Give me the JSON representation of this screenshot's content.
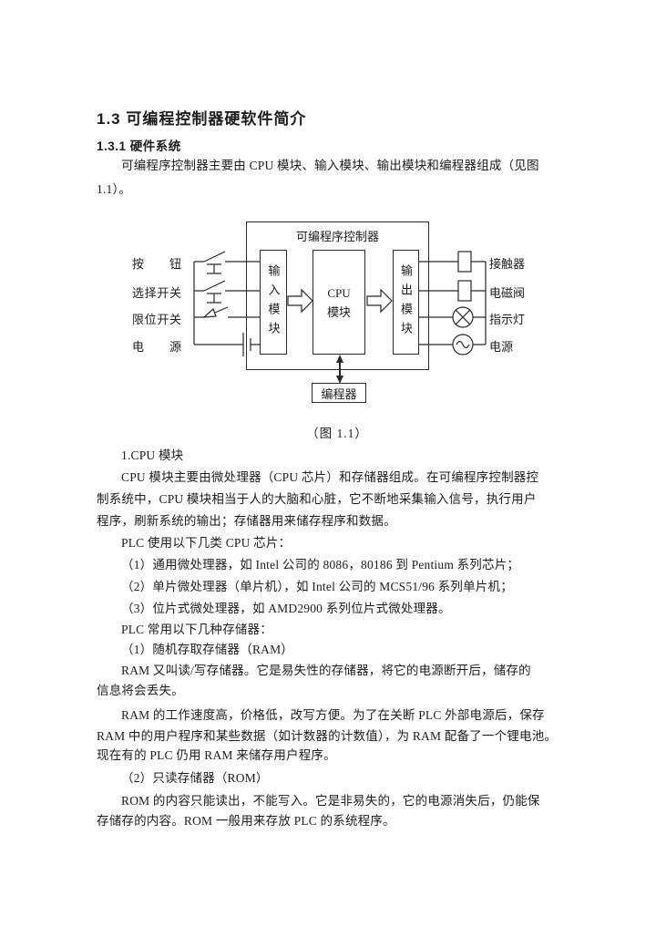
{
  "document": {
    "heading1": "1.3 可编程控制器硬软件简介",
    "heading2": "1.3.1 硬件系统",
    "intro_line1": "可编程序控制器主要由 CPU 模块、输入模块、输出模块和编程器组成（见图",
    "intro_line2": "1.1）。"
  },
  "figure": {
    "caption": "（图 1.1）",
    "controller_label": "可编程序控制器",
    "input_module": "输入模块",
    "cpu_module": {
      "line1": "CPU",
      "line2": "模块"
    },
    "output_module": "输出模块",
    "programmer": "编程器",
    "input_labels": [
      "按　钮",
      "选择开关",
      "限位开关",
      "电　源"
    ],
    "output_labels": [
      "接触器",
      "电磁阀",
      "指示灯",
      "电源"
    ],
    "line_color": "#2a2a2a"
  },
  "body": {
    "lines": [
      {
        "text": "1.CPU 模块"
      },
      {
        "text": "CPU 模块主要由微处理器（CPU 芯片）和存储器组成。在可编程序控制器控"
      },
      {
        "text": "制系统中，CPU 模块相当于人的大脑和心脏，它不断地采集输入信号，执行用户"
      },
      {
        "text": "程序，刷新系统的输出；存储器用来储存程序和数据。"
      },
      {
        "text": "PLC 使用以下几类 CPU 芯片："
      },
      {
        "text": "（1）通用微处理器，如 Intel 公司的 8086，80186 到 Pentium 系列芯片；"
      },
      {
        "text": "（2）单片微处理器（单片机），如 Intel 公司的 MCS51/96 系列单片机；"
      },
      {
        "text": "（3）位片式微处理器，如 AMD2900 系列位片式微处理器。"
      },
      {
        "text": "PLC 常用以下几种存储器："
      },
      {
        "text": "（1）随机存取存储器（RAM）"
      },
      {
        "text": "RAM 又叫读/写存储器。它是易失性的存储器，将它的电源断开后，储存的"
      },
      {
        "text": "信息将会丢失。"
      },
      {
        "text": "RAM 的工作速度高，价格低，改写方便。为了在关断 PLC 外部电源后，保存"
      },
      {
        "text": "RAM 中的用户程序和某些数据（如计数器的计数值），为 RAM 配备了一个锂电池。"
      },
      {
        "text": "现在有的 PLC 仍用 RAM 来储存用户程序。"
      },
      {
        "text": "（2）只读存储器（ROM）"
      },
      {
        "text": "ROM 的内容只能读出，不能写入。它是非易失的，它的电源消失后，仍能保"
      },
      {
        "text": "存储存的内容。ROM 一般用来存放 PLC 的系统程序。"
      }
    ]
  }
}
